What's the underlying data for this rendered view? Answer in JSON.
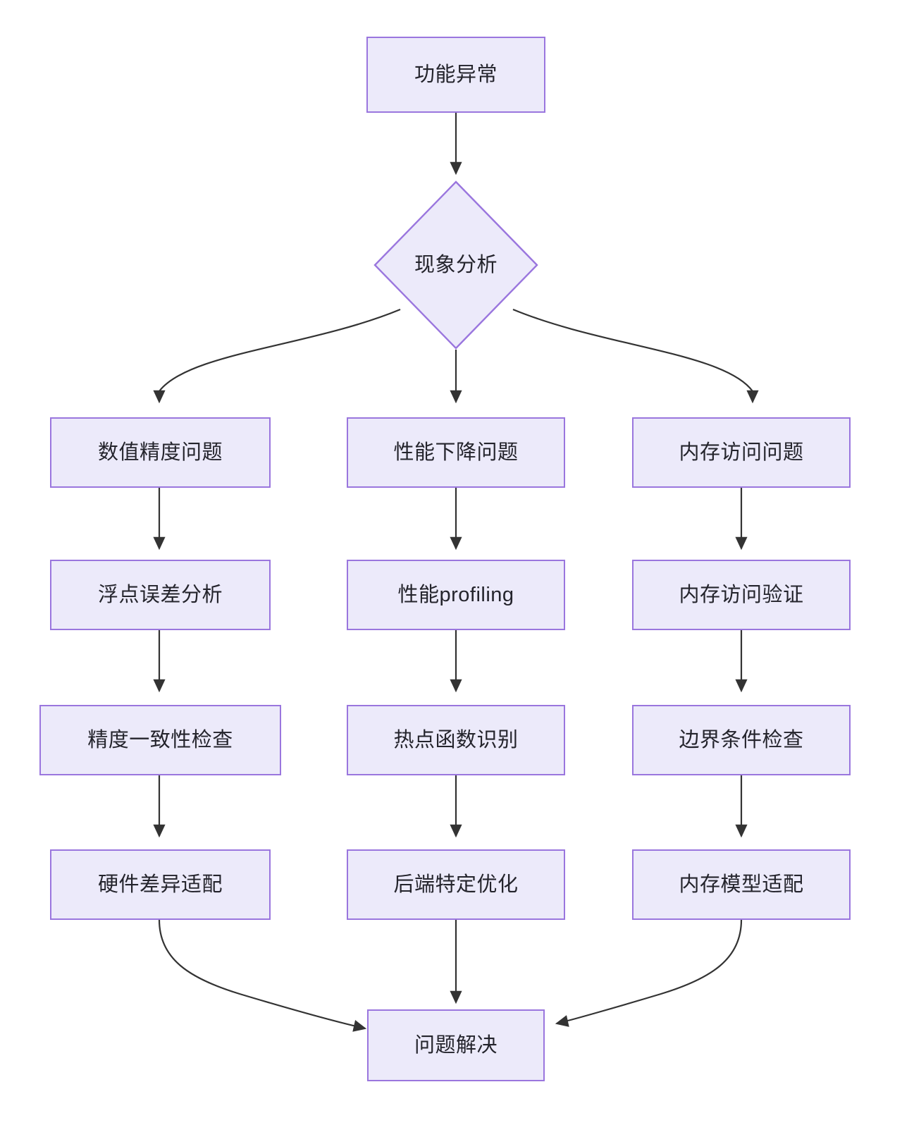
{
  "diagram": {
    "type": "flowchart",
    "direction": "top-down",
    "background_color": "#ffffff",
    "node_fill_color": "#ECEAFA",
    "node_border_color": "#9A76DE",
    "node_text_color": "#24242C",
    "edge_color": "#333333",
    "nodes": {
      "start": {
        "label": "功能异常",
        "shape": "rectangle"
      },
      "decision": {
        "label": "现象分析",
        "shape": "diamond"
      },
      "col1_r1": {
        "label": "数值精度问题",
        "shape": "rectangle"
      },
      "col2_r1": {
        "label": "性能下降问题",
        "shape": "rectangle"
      },
      "col3_r1": {
        "label": "内存访问问题",
        "shape": "rectangle"
      },
      "col1_r2": {
        "label": "浮点误差分析",
        "shape": "rectangle"
      },
      "col2_r2": {
        "label": "性能profiling",
        "shape": "rectangle"
      },
      "col3_r2": {
        "label": "内存访问验证",
        "shape": "rectangle"
      },
      "col1_r3": {
        "label": "精度一致性检查",
        "shape": "rectangle"
      },
      "col2_r3": {
        "label": "热点函数识别",
        "shape": "rectangle"
      },
      "col3_r3": {
        "label": "边界条件检查",
        "shape": "rectangle"
      },
      "col1_r4": {
        "label": "硬件差异适配",
        "shape": "rectangle"
      },
      "col2_r4": {
        "label": "后端特定优化",
        "shape": "rectangle"
      },
      "col3_r4": {
        "label": "内存模型适配",
        "shape": "rectangle"
      },
      "end": {
        "label": "问题解决",
        "shape": "rectangle"
      }
    },
    "edges": [
      {
        "from": "start",
        "to": "decision",
        "style": "straight-arrow"
      },
      {
        "from": "decision",
        "to": "col1_r1",
        "style": "curved-arrow"
      },
      {
        "from": "decision",
        "to": "col2_r1",
        "style": "straight-arrow"
      },
      {
        "from": "decision",
        "to": "col3_r1",
        "style": "curved-arrow"
      },
      {
        "from": "col1_r1",
        "to": "col1_r2",
        "style": "straight-arrow"
      },
      {
        "from": "col1_r2",
        "to": "col1_r3",
        "style": "straight-arrow"
      },
      {
        "from": "col1_r3",
        "to": "col1_r4",
        "style": "straight-arrow"
      },
      {
        "from": "col2_r1",
        "to": "col2_r2",
        "style": "straight-arrow"
      },
      {
        "from": "col2_r2",
        "to": "col2_r3",
        "style": "straight-arrow"
      },
      {
        "from": "col2_r3",
        "to": "col2_r4",
        "style": "straight-arrow"
      },
      {
        "from": "col3_r1",
        "to": "col3_r2",
        "style": "straight-arrow"
      },
      {
        "from": "col3_r2",
        "to": "col3_r3",
        "style": "straight-arrow"
      },
      {
        "from": "col3_r3",
        "to": "col3_r4",
        "style": "straight-arrow"
      },
      {
        "from": "col1_r4",
        "to": "end",
        "style": "curved-arrow"
      },
      {
        "from": "col2_r4",
        "to": "end",
        "style": "straight-arrow"
      },
      {
        "from": "col3_r4",
        "to": "end",
        "style": "curved-arrow"
      }
    ]
  }
}
